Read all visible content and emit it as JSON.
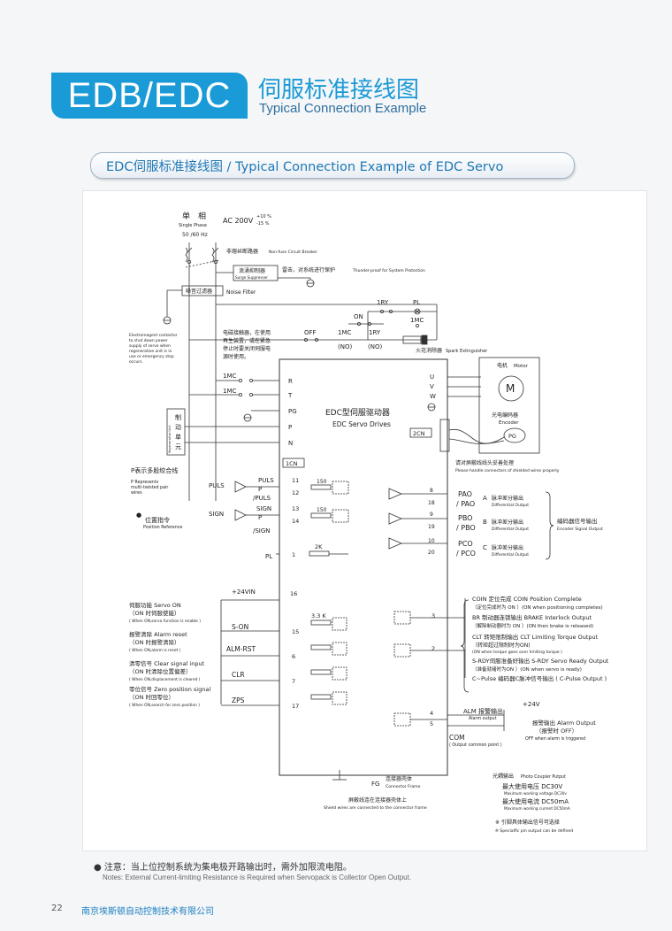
{
  "header": {
    "logo": "EDB/EDC",
    "title_cn": "伺服标准接线图",
    "title_en": "Typical Connection Example",
    "section_title": "EDC伺服标准接线图 / Typical Connection Example of EDC Servo"
  },
  "power": {
    "phase_cn": "单　相",
    "phase_en": "Single Phase",
    "voltage": "AC 200V",
    "tol_plus": "+10 %",
    "tol_minus": "-15 %",
    "freq": "50 /60 Hz",
    "breaker": "非熔丝断路器",
    "breaker_en": "Non-fuse Circuit Breaker",
    "surge_cn": "浪涌抑制器",
    "surge_en": "Surge Suppresser",
    "thunder": "雷击，对系统进行保护",
    "thunder_en": "Thunder-proof for System Protection",
    "noise_cn": "噪音过滤器",
    "noise_en": "Noise Filter"
  },
  "relay": {
    "ry1": "1RY",
    "pl": "PL",
    "on": "ON",
    "mc1": "1MC",
    "off": "OFF",
    "mc_a": "1MC",
    "ry_a": "1RY",
    "no1": "(NO)",
    "no2": "(NO)",
    "spark": "火花消除器",
    "spark_en": "Spark Extinguisher",
    "contactor_cn": [
      "电磁接触器，在使用",
      "再生装置，或在紧急",
      "停止时要关闭伺服电",
      "源时使用。"
    ],
    "contactor_en": [
      "Electromagent contactor",
      "to shut down power",
      "supply of servo when",
      "regenerative unit is in",
      "use or emergency stop",
      "occurs."
    ],
    "mc_r": "1MC",
    "mc_t": "1MC"
  },
  "drive": {
    "name_cn": "EDC型伺服驱动器",
    "name_en": "EDC Servo Drives",
    "cn2": "2CN",
    "cn1": "1CN",
    "term_r": "R",
    "term_t": "T",
    "term_pg": "PG",
    "term_p": "P",
    "term_n": "N",
    "term_u": "U",
    "term_v": "V",
    "term_w": "W"
  },
  "regen": {
    "label_cn": [
      "制",
      "动",
      "单",
      "元"
    ],
    "label_en": "Regenerative Unit"
  },
  "motor": {
    "label_cn": "电机",
    "label_en": "Motor",
    "symbol": "M",
    "encoder_cn": "光电编码器",
    "encoder_en": "Encoder",
    "pg": "PG",
    "shield_cn": "请对屏蔽线线头妥善处理",
    "shield_en": "Please handle connectors of shielded wires properly"
  },
  "pulse": {
    "twisted_cn": "P表示多股绞合线",
    "twisted_en": [
      "P Represents",
      "multi-twisted pair",
      "wires"
    ],
    "puls": "PULS",
    "sign": "SIGN",
    "p1": "P",
    "p2": "P",
    "pos_cn": "位置指令",
    "pos_en": "Position Reference",
    "r150a": "150",
    "r150b": "150",
    "pl": "PL",
    "r2k": "2K",
    "pins": [
      {
        "name": "PULS",
        "no": "11"
      },
      {
        "name": "/PULS",
        "no": "12"
      },
      {
        "name": "SIGN",
        "no": "13"
      },
      {
        "name": "/SIGN",
        "no": "14"
      },
      {
        "name": "PL",
        "no": "1"
      }
    ]
  },
  "encoder_out": {
    "items": [
      {
        "a": "8",
        "b": "18",
        "n1": "PAO",
        "n2": "/ PAO",
        "phase": "A",
        "cn": "脉冲差分输出",
        "en": "Differential Output"
      },
      {
        "a": "9",
        "b": "19",
        "n1": "PBO",
        "n2": "/ PBO",
        "phase": "B",
        "cn": "脉冲差分输出",
        "en": "Differential Output"
      },
      {
        "a": "10",
        "b": "20",
        "n1": "PCO",
        "n2": "/ PCO",
        "phase": "C",
        "cn": "脉冲差分输出",
        "en": "Differential Output"
      }
    ],
    "group_cn": "编码器信号输出",
    "group_en": "Encoder Signal Output"
  },
  "inputs": {
    "vin": "+24VIN",
    "vin_pin": "16",
    "r33k": "3.3 K",
    "items": [
      {
        "sig": "S-ON",
        "pin": "15",
        "cn1": "伺服功能 Servo ON",
        "cn2": "（ON 时伺服使能）",
        "en": "( When ON,servo function is enable )"
      },
      {
        "sig": "ALM-RST",
        "pin": "6",
        "cn1": "报警清除 Alarm reset",
        "cn2": "（ON 时报警清除）",
        "en": "( When ON,alarm is reset )"
      },
      {
        "sig": "CLR",
        "pin": "7",
        "cn1": "清零信号 Clear signal input",
        "cn2": "（ON 时清除位置偏差）",
        "en": "( When ON,displacement is cleared )"
      },
      {
        "sig": "ZPS",
        "pin": "17",
        "cn1": "零位信号 Zero position signal",
        "cn2": "（ON 时回零位）",
        "en": "( When ON,search for zero position )"
      }
    ]
  },
  "outputs": {
    "pin3": "3",
    "pin2": "2",
    "pin4": "4",
    "pin5": "5",
    "items": [
      {
        "l1": "COIN  定位完成 COIN Position Complete",
        "l2": "（定位完成时为 ON ）(ON when positioning completes)"
      },
      {
        "l1": "BR 制动器连锁输出 BRAKE Interlock Output",
        "l2": "（解除制动器时为 ON ）(ON then brake is released)"
      },
      {
        "l1": "CLT 转矩限制输出 CLT Limiting Torque Output",
        "l2": "（转矩超过限制时为ON)",
        "l3": "(ON when torque goes over limiting torque )"
      },
      {
        "l1": "S-RDY伺服准备好输出 S-RDY Servo Ready Output",
        "l2": "（准备就绪时为ON ）(ON when servo is ready)"
      },
      {
        "l1": "C~Pulse 编码器C脉冲信号输出 ( C-Pulse Output )"
      }
    ],
    "v24": "+24V",
    "alm_cn": "ALM 报警输出",
    "alm_en": "Alarm output",
    "alarm_cn": "报警输出 Alarm Output",
    "alarm_cn2": "（报警时 OFF）",
    "alarm_en": "OFF when alarm is triggered",
    "com": "COM",
    "com_en": "( Output common point )",
    "fg": "FG",
    "fg_cn": "连接器壳体",
    "fg_en": "Connector Frame",
    "shield_cn": "屏蔽线连在连接器壳体上",
    "shield_en": "Shield wires are connected to the connector frame",
    "photo_cn": "光耦输出",
    "photo_en": "Photo Coupler Putput",
    "vmax_cn": "最大使用电压 DC30V",
    "vmax_en": "Maximum working voltage DC30v",
    "imax_cn": "最大使用电流 DC50mA",
    "imax_en": "Maximum working current DC50mA",
    "star_cn": "※ 引脚具体输出信号可选择",
    "star_en": "※ Specialfic pin output can be defined"
  },
  "footer": {
    "note_cn": "● 注意：当上位控制系统为集电极开路输出时，需外加限流电阻。",
    "note_en": "Notes: External Current-limiting Resistance is Required when Servopack is Collector Open Output.",
    "page": "22",
    "company": "南京埃斯顿自动控制技术有限公司"
  }
}
